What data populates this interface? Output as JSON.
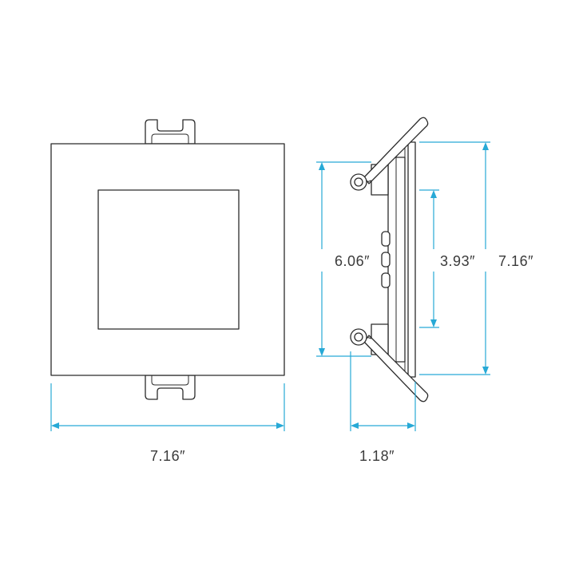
{
  "colors": {
    "dimension_line": "#27a9d6",
    "outline": "#2b2b2b",
    "background": "#ffffff"
  },
  "front_view": {
    "width_label": "7.16″"
  },
  "side_view": {
    "depth_label": "1.18″",
    "spring_span_label": "6.06″",
    "aperture_label": "3.93″",
    "overall_height_label": "7.16″"
  }
}
